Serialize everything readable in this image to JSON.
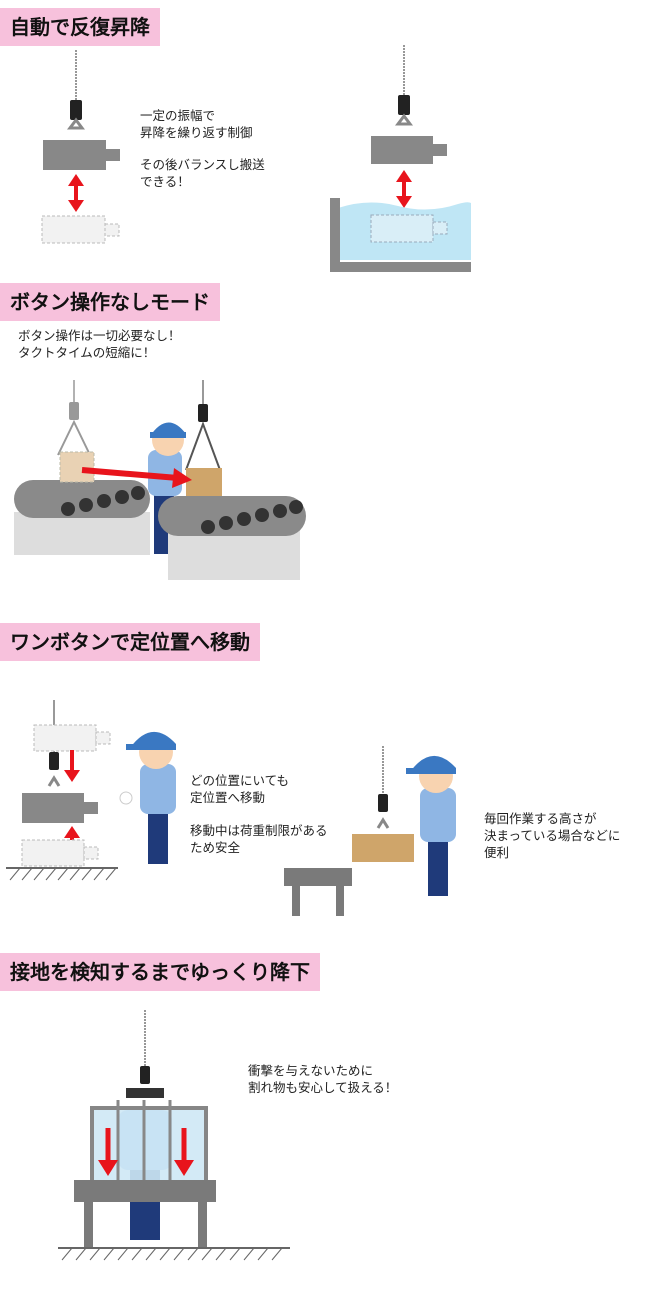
{
  "sections": [
    {
      "title": "自動で反復昇降",
      "texts": [
        "一定の振幅で\n昇降を繰り返す制御",
        "その後バランスし搬送\nできる！"
      ]
    },
    {
      "title": "ボタン操作なしモード",
      "texts": [
        "ボタン操作は一切必要なし！\nタクトタイムの短縮に！"
      ]
    },
    {
      "title": "ワンボタンで定位置へ移動",
      "texts": [
        "どの位置にいても\n定位置へ移動",
        "移動中は荷重制限がある\nため安全",
        "毎回作業する高さが\n決まっている場合などに\n便利"
      ]
    },
    {
      "title": "接地を検知するまでゆっくり降下",
      "texts": [
        "衝撃を与えないために\n割れ物も安心して扱える！"
      ]
    }
  ],
  "colors": {
    "title_bg": "#f7c1dc",
    "arrow": "#e8141c",
    "machine": "#8a8a8a",
    "water": "#bfe6f5",
    "box": "#cfa56a",
    "worker_cap": "#3a78c2",
    "worker_pants": "#1f3a7a"
  }
}
